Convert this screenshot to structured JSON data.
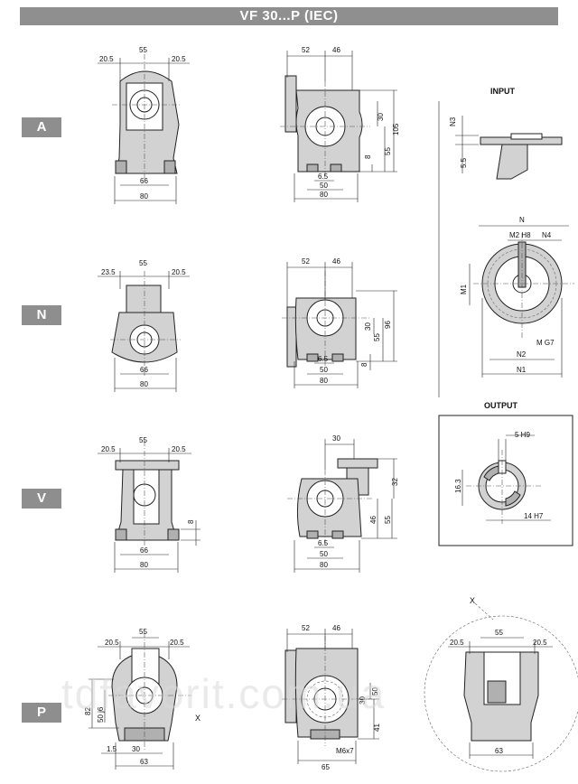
{
  "header": {
    "title": "VF 30...P (IEC)"
  },
  "versions": [
    "A",
    "N",
    "V",
    "P"
  ],
  "watermark": "tdfavorit.com.ua",
  "input": {
    "title": "INPUT",
    "labels": [
      "N3",
      "5.5",
      "N",
      "M2 H8",
      "N4",
      "M1",
      "N2",
      "N1",
      "M G7"
    ]
  },
  "output": {
    "title": "OUTPUT",
    "labels": [
      "5 H9",
      "16.3",
      "14 H7"
    ]
  },
  "detail_marker": "X",
  "dims": {
    "a_front": [
      "20.5",
      "55",
      "20.5",
      "66",
      "80"
    ],
    "a_side": [
      "52",
      "46",
      "30",
      "105",
      "55",
      "8",
      "6.5",
      "50",
      "80"
    ],
    "n_front": [
      "23.5",
      "55",
      "20.5",
      "66",
      "80"
    ],
    "n_side": [
      "52",
      "46",
      "30",
      "55",
      "96",
      "8",
      "6.5",
      "50",
      "80"
    ],
    "v_front": [
      "20.5",
      "55",
      "20.5",
      "8",
      "66",
      "80"
    ],
    "v_side": [
      "30",
      "32",
      "46",
      "55",
      "6.5",
      "50",
      "80"
    ],
    "p_front": [
      "20.5",
      "55",
      "20.5",
      "82",
      "50 j6",
      "1.5",
      "30",
      "63"
    ],
    "p_side": [
      "52",
      "46",
      "30",
      "50",
      "41",
      "M6x7",
      "65"
    ],
    "p_detail": [
      "55",
      "20.5",
      "20.5",
      "63"
    ]
  }
}
